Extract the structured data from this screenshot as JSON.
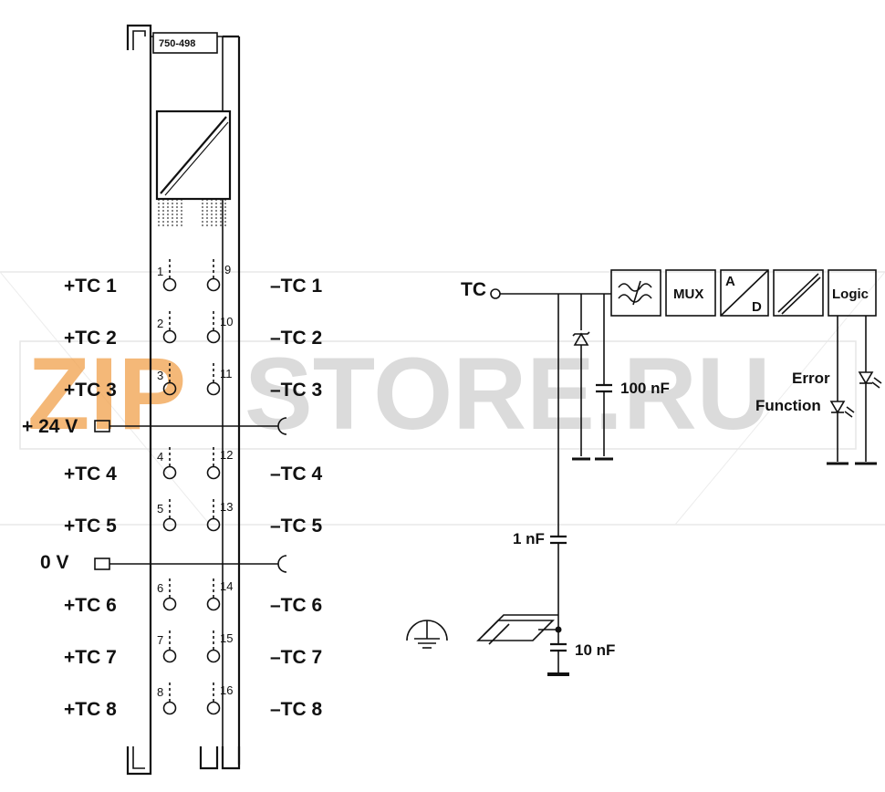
{
  "module": {
    "part_number": "750-498"
  },
  "terminals": {
    "plus": [
      "+TC 1",
      "+TC 2",
      "+TC 3",
      "+TC 4",
      "+TC 5",
      "+TC 6",
      "+TC 7",
      "+TC 8"
    ],
    "minus": [
      "–TC 1",
      "–TC 2",
      "–TC 3",
      "–TC 4",
      "–TC 5",
      "–TC 6",
      "–TC 7",
      "–TC 8"
    ],
    "left_numbers": [
      "1",
      "2",
      "3",
      "4",
      "5",
      "6",
      "7",
      "8"
    ],
    "right_numbers": [
      "9",
      "10",
      "11",
      "12",
      "13",
      "14",
      "15",
      "16"
    ]
  },
  "power": {
    "supply_24v": "+ 24 V",
    "zero_v": "0 V"
  },
  "circuit": {
    "input_label": "TC",
    "blocks": {
      "mux": "MUX",
      "adc_a": "A",
      "adc_d": "D",
      "logic": "Logic"
    },
    "capacitors": {
      "c1": "100 nF",
      "c2": "1 nF",
      "c3": "10 nF"
    },
    "leds": {
      "error": "Error",
      "function": "Function"
    }
  },
  "watermark": {
    "text_orange": "ZIP",
    "text_grey": "STORE.RU",
    "color_orange": "#f0a04b",
    "color_grey": "#d5d5d5"
  }
}
